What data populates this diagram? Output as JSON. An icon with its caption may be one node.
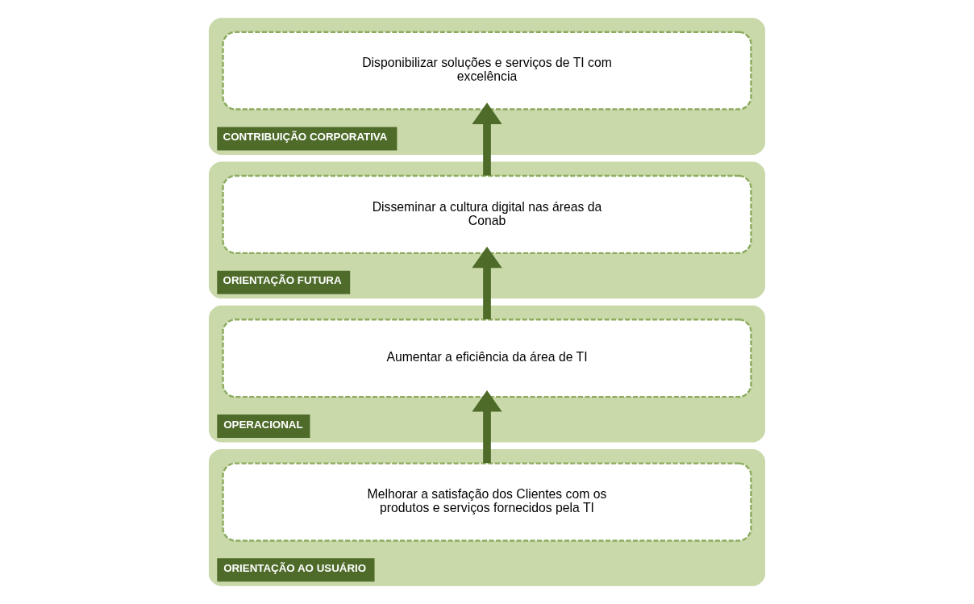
{
  "diagram": {
    "nodes": [
      {
        "text": [
          "CONTRIBUIÇÃO CORPORATIVA"
        ]
      },
      {
        "text": [
          "Disponibilizar soluções e serviços de TI com excelência"
        ],
        "in": 0
      },
      {
        "text": [
          "ORIENTAÇÃO FUTURA"
        ]
      },
      {
        "text": [
          "Disseminar a cultura digital nas áreas da Conab"
        ],
        "in": 2
      },
      {
        "text": [
          "OPERACIONAL"
        ]
      },
      {
        "text": [
          "Aumentar a eficiência da área de TI"
        ],
        "in": 4
      },
      {
        "text": [
          "ORIENTAÇÃO AO USUÁRIO"
        ]
      },
      {
        "text": [
          "Melhorar a satisfação dos Clientes com os produtos e serviços fornecidos pela TI"
        ],
        "in": 6
      }
    ],
    "edges": [
      {
        "from": 7,
        "to": 5,
        "arrow": "to"
      },
      {
        "from": 5,
        "to": 3,
        "arrow": "to"
      },
      {
        "from": 3,
        "to": 1,
        "arrow": "to"
      }
    ]
  }
}
